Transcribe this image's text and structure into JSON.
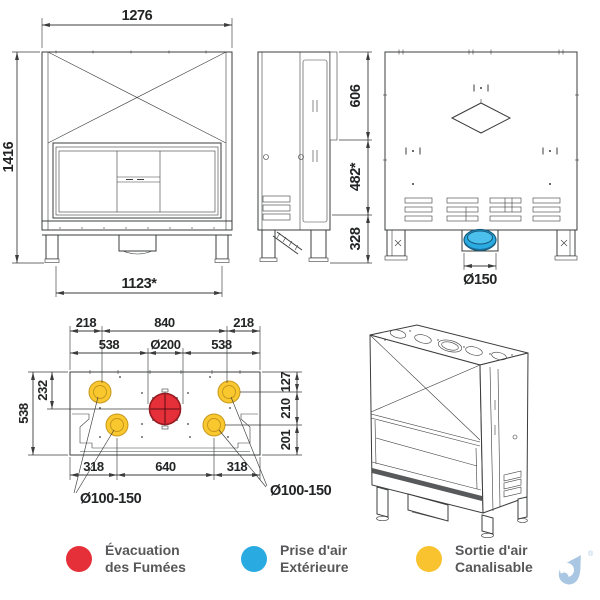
{
  "sheet": {
    "background": "#ffffff"
  },
  "colors": {
    "line": "#3b3c3d",
    "dimension_text": "#232425",
    "legend_text": "#58585a",
    "smoke_red": "#e5303a",
    "intake_blue": "#29abe2",
    "duct_yellow": "#f9c32f",
    "logo_blue": "#a9c7e2"
  },
  "front_view": {
    "dim_width_top": "1276",
    "dim_height_left": "1416",
    "dim_width_bottom": "1123*"
  },
  "side_view": {
    "dim_upper": "606",
    "dim_middle": "482*",
    "dim_lower": "328"
  },
  "rear_view": {
    "dim_intake_diameter": "Ø150"
  },
  "top_view": {
    "dim_top_left": "218",
    "dim_top_center": "840",
    "dim_top_right": "218",
    "dim_row2_left": "538",
    "dim_flue_diameter": "Ø200",
    "dim_row2_right": "538",
    "dim_depth_total": "538",
    "dim_flue_depth": "232",
    "dim_right_upper": "127",
    "dim_right_middle": "210",
    "dim_right_lower": "201",
    "dim_bottom_left": "318",
    "dim_bottom_center": "640",
    "dim_bottom_right": "318",
    "dim_duct_diameter_left": "Ø100-150",
    "dim_duct_diameter_right": "Ø100-150"
  },
  "legend": {
    "items": [
      {
        "color": "#e5303a",
        "line1": "Évacuation",
        "line2": "des Fumées"
      },
      {
        "color": "#29abe2",
        "line1": "Prise d'air",
        "line2": "Extérieure"
      },
      {
        "color": "#f9c32f",
        "line1": "Sortie d'air",
        "line2": "Canalisable"
      }
    ]
  },
  "logo": {
    "registered_mark": "®"
  }
}
